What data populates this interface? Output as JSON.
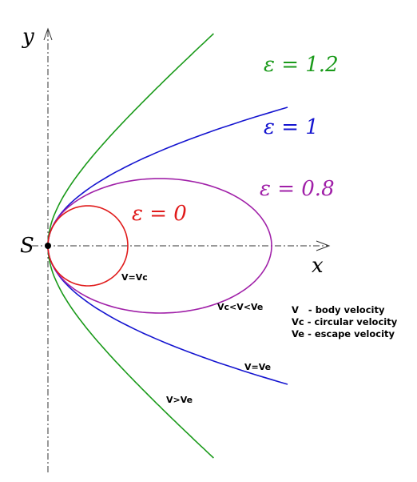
{
  "axes": {
    "x_label": "x",
    "y_label": "y",
    "origin_label": "S"
  },
  "curves": {
    "hyperbola": {
      "eps_label": "ε = 1.2",
      "color": "#1a9a1a",
      "velocity_label": "V>Ve"
    },
    "parabola": {
      "eps_label": "ε = 1",
      "color": "#1515d0",
      "velocity_label": "V=Ve"
    },
    "ellipse": {
      "eps_label": "ε = 0.8",
      "color": "#a020a8",
      "velocity_label": "Vc<V<Ve"
    },
    "circle": {
      "eps_label": "ε = 0",
      "color": "#e01a1a",
      "velocity_label": "V=Vc"
    }
  },
  "legend": {
    "line1": "V   - body velocity",
    "line2": "Vc - circular velocity",
    "line3": "Ve - escape velocity"
  }
}
